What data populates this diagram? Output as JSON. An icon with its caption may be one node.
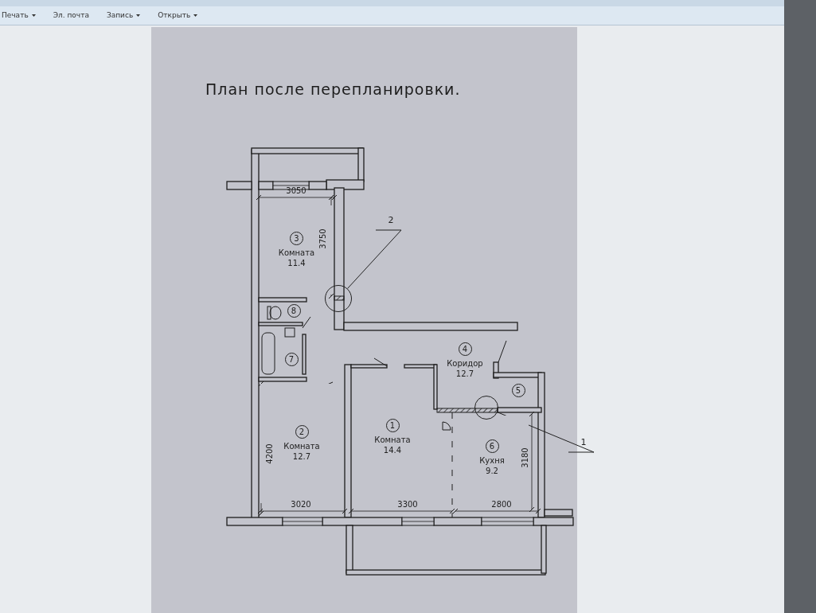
{
  "diagram": {
    "title": "План после перепланировки.",
    "nodes": [
      {
        "text": [
          "3",
          "Комната",
          "11.4"
        ]
      },
      {
        "text": [
          "8"
        ]
      },
      {
        "text": [
          "7"
        ]
      },
      {
        "text": [
          "2",
          "Комната",
          "12.7"
        ]
      },
      {
        "text": [
          "1",
          "Комната",
          "14.4"
        ]
      },
      {
        "text": [
          "4",
          "Коридор",
          "12.7"
        ]
      },
      {
        "text": [
          "5"
        ]
      },
      {
        "text": [
          "6",
          "Кухня",
          "9.2"
        ]
      },
      {
        "text": [
          "2"
        ]
      },
      {
        "text": [],
        "shape": "circle"
      },
      {
        "text": [
          "1"
        ]
      },
      {
        "text": [],
        "shape": "circle"
      }
    ],
    "edges": [
      {
        "from": 8,
        "to": 9,
        "arrow": "none"
      },
      {
        "from": 10,
        "to": 11,
        "arrow": "none"
      }
    ],
    "labels": [
      "Печать",
      "Эл. почта",
      "Запись",
      "Открыть",
      "3050",
      "3750",
      "4200",
      "3020",
      "3300",
      "2800",
      "3180"
    ]
  }
}
